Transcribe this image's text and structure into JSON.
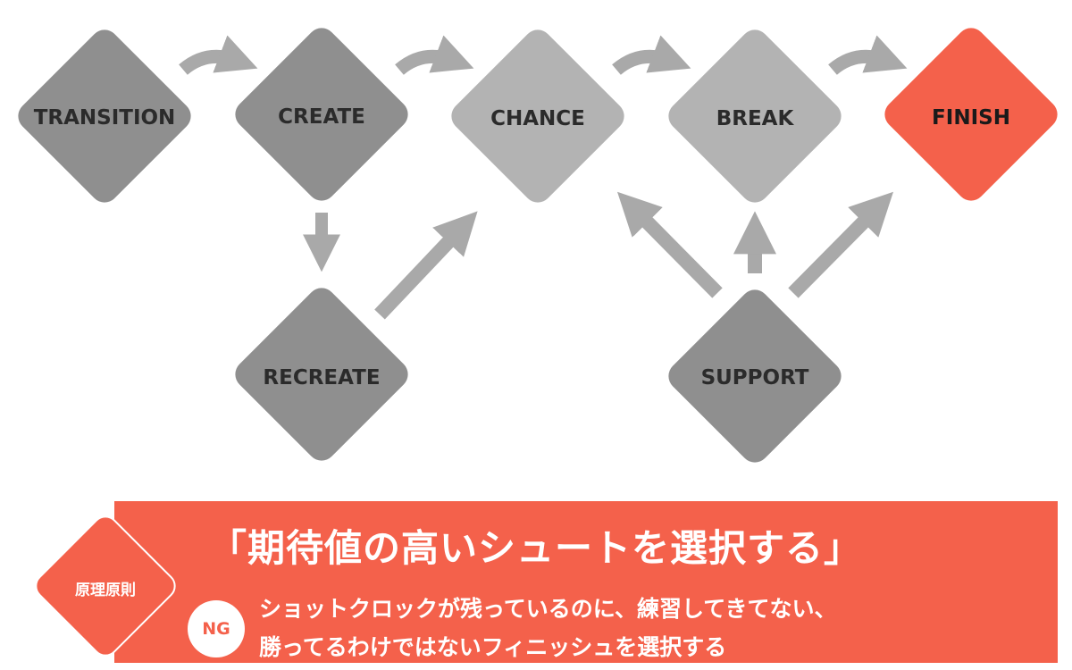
{
  "colors": {
    "node_dark": "#8f8f8f",
    "node_light": "#b3b3b3",
    "node_finish": "#f4614b",
    "arrow": "#a9a9a9",
    "banner": "#f4614b",
    "text_dark": "#2b2b2b",
    "text_white": "#ffffff"
  },
  "nodes": {
    "transition": "TRANSITION",
    "create": "CREATE",
    "chance": "CHANCE",
    "break": "BREAK",
    "finish": "FINISH",
    "recreate": "RECREATE",
    "support": "SUPPORT"
  },
  "principle": {
    "badge_label": "原理原則",
    "title": "「期待値の高いシュートを選択する」",
    "ng_badge": "NG",
    "ng_line1": "ショットクロックが残っているのに、練習してきてない、",
    "ng_line2": "勝ってるわけではないフィニッシュを選択する"
  }
}
